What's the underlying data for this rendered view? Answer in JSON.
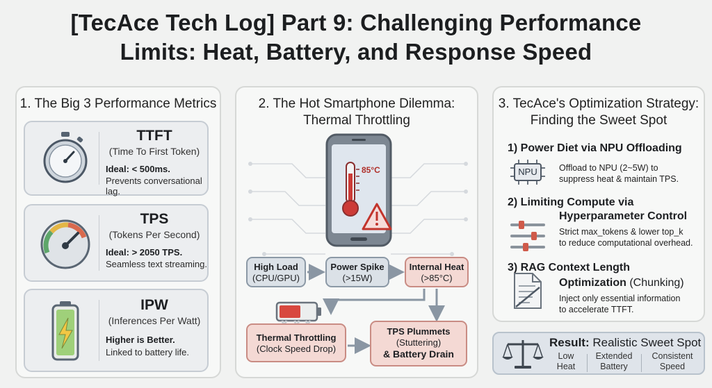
{
  "title": {
    "line1": "[TecAce Tech Log] Part 9: Challenging Performance",
    "line2": "Limits: Heat, Battery, and Response Speed"
  },
  "panel1": {
    "title": "1. The Big 3 Performance Metrics",
    "metrics": [
      {
        "name": "TTFT",
        "full": "(Time To First Token)",
        "ideal": "Ideal: < 500ms.",
        "desc": "Prevents conversational lag.",
        "icon": "stopwatch-icon"
      },
      {
        "name": "TPS",
        "full": "(Tokens Per Second)",
        "ideal": "Ideal: > 2050 TPS.",
        "desc": "Seamless text streaming.",
        "icon": "gauge-icon"
      },
      {
        "name": "IPW",
        "full": "(Inferences Per Watt)",
        "ideal": "Higher is Better.",
        "desc": "Linked to battery life.",
        "icon": "battery-icon"
      }
    ]
  },
  "panel2": {
    "title_line1": "2. The Hot Smartphone Dilemma:",
    "title_line2": "Thermal Throttling",
    "thermometer_label": "85°C",
    "flow": {
      "high_load": {
        "title": "High Load",
        "sub": "(CPU/GPU)"
      },
      "power_spike": {
        "title": "Power Spike",
        "sub": "(>15W)"
      },
      "internal_heat": {
        "title": "Internal Heat",
        "sub": "(>85°C)"
      },
      "thermal_throttling": {
        "title": "Thermal Throttling",
        "sub": "(Clock Speed Drop)"
      },
      "tps_plummets": {
        "title": "TPS Plummets",
        "sub": "(Stuttering)",
        "title2": "& Battery Drain"
      }
    }
  },
  "panel3": {
    "title_line1": "3. TecAce's Optimization Strategy:",
    "title_line2": "Finding the Sweet Spot",
    "s1": {
      "head": "1) Power Diet via NPU Offloading",
      "chip": "NPU",
      "text1": "Offload to NPU (2~5W) to",
      "text2": "suppress heat & maintain TPS."
    },
    "s2": {
      "head1": "2) Limiting Compute via",
      "head2": "Hyperparameter Control",
      "text1": "Strict max_tokens & lower top_k",
      "text2": "to reduce computational overhead."
    },
    "s3": {
      "head1": "3) RAG Context Length",
      "head2": "Optimization",
      "head2_suffix": " (Chunking)",
      "text1": "Inject only essential information",
      "text2": "to accelerate TTFT."
    }
  },
  "result": {
    "label": "Result:",
    "title": " Realistic Sweet Spot",
    "items": [
      {
        "l1": "Low",
        "l2": "Heat"
      },
      {
        "l1": "Extended",
        "l2": "Battery"
      },
      {
        "l1": "Consistent",
        "l2": "Speed"
      }
    ]
  }
}
